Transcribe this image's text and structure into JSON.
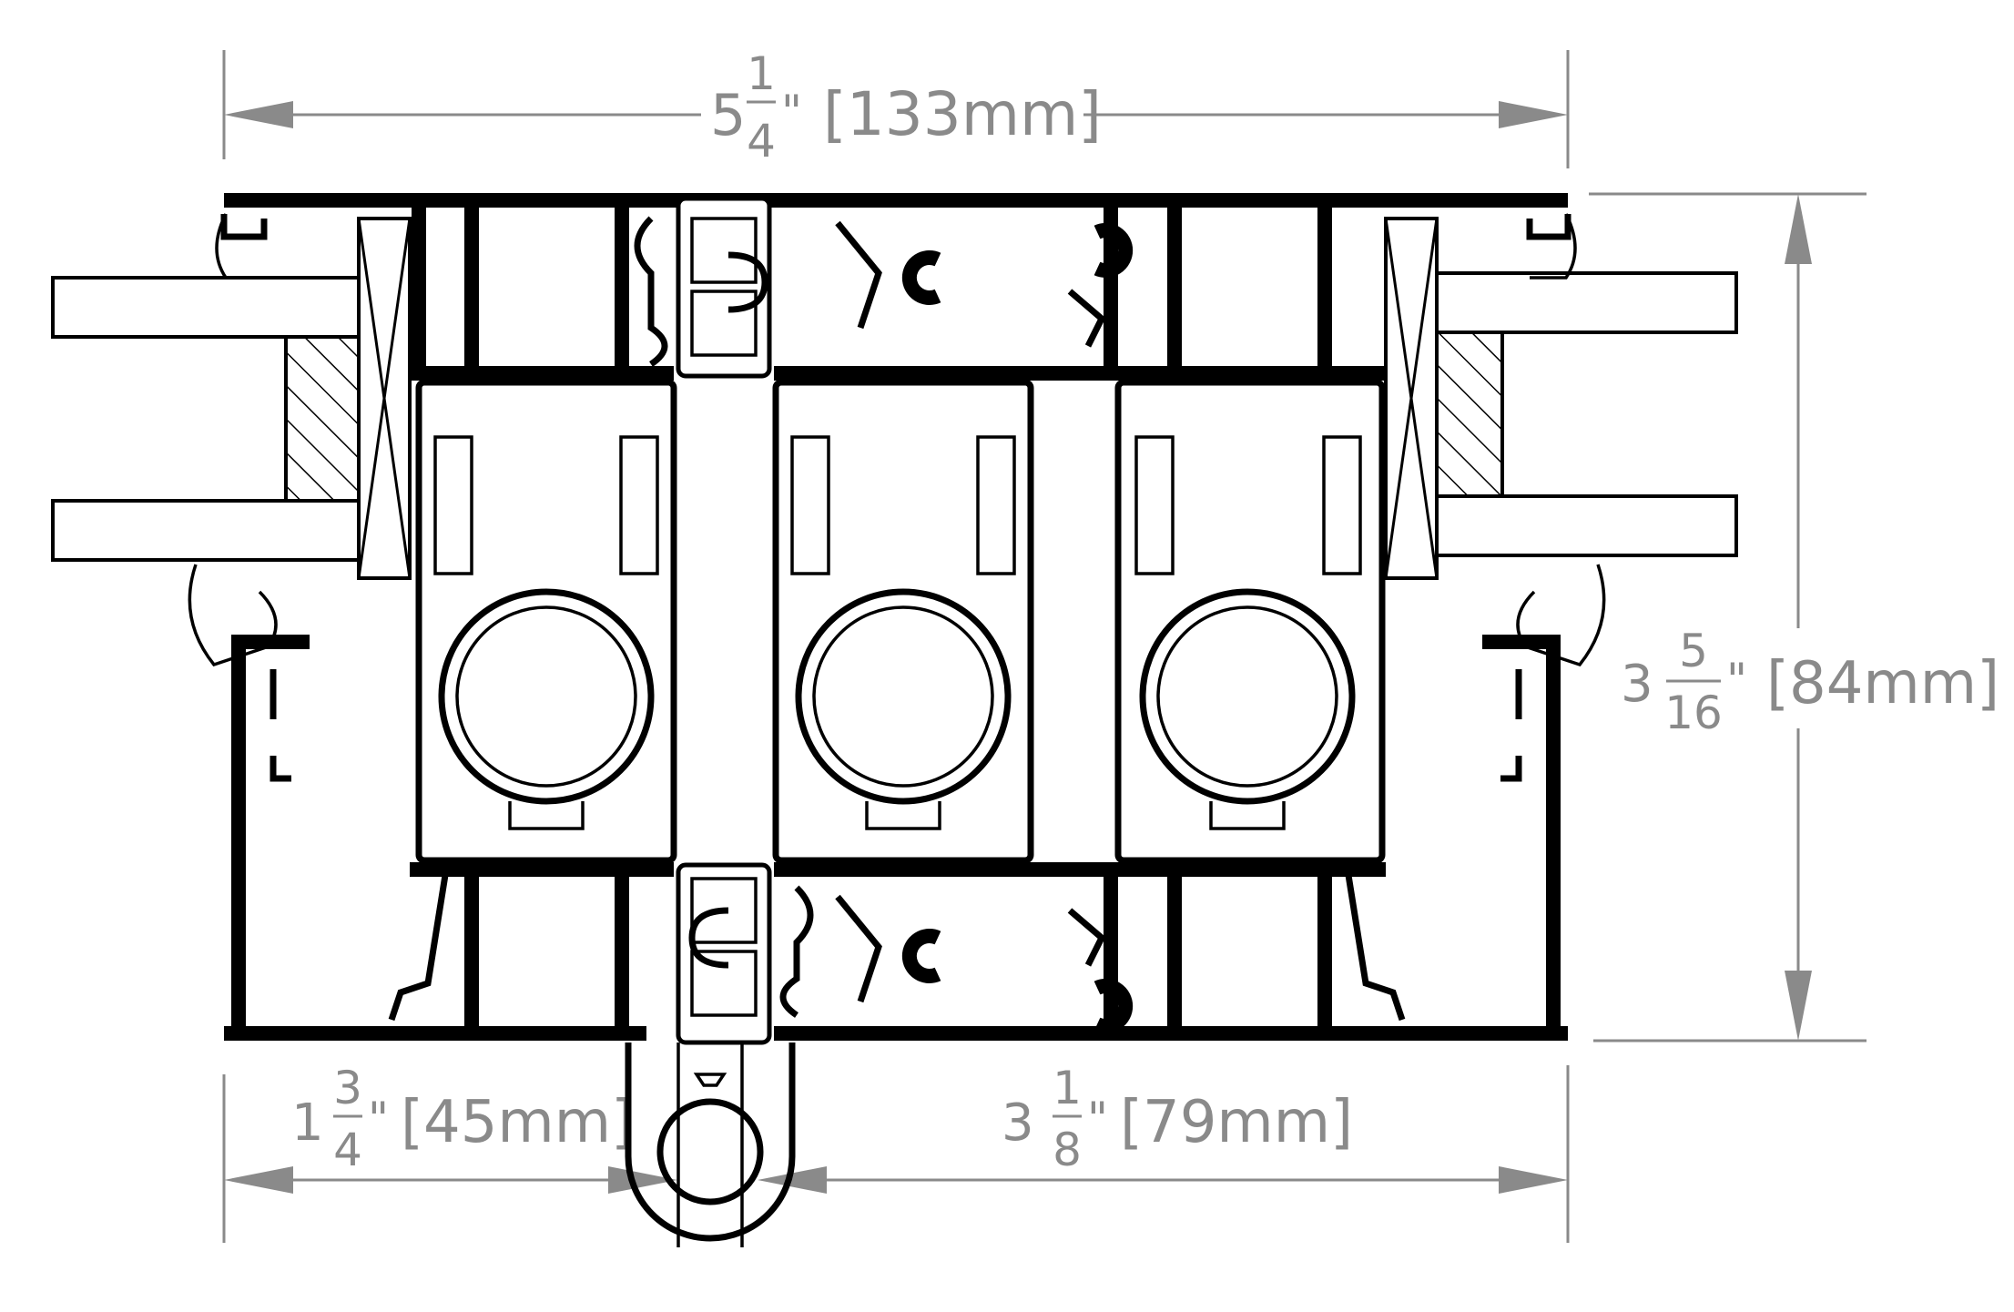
{
  "dimensions": {
    "overall_width": {
      "whole": "5",
      "num": "1",
      "den": "4",
      "mark": "\"",
      "metric": "[133mm]"
    },
    "overall_depth": {
      "whole": "3",
      "num": "5",
      "den": "16",
      "mark": "\"",
      "metric": "[84mm]"
    },
    "left_width": {
      "whole": "1",
      "num": "3",
      "den": "4",
      "mark": "\"",
      "metric": "[45mm]"
    },
    "right_width": {
      "whole": "3",
      "num": "1",
      "den": "8",
      "mark": "\"",
      "metric": "[79mm]"
    }
  },
  "colors": {
    "dimension": "#8a8a8a",
    "profile": "#000000",
    "background": "#ffffff"
  }
}
